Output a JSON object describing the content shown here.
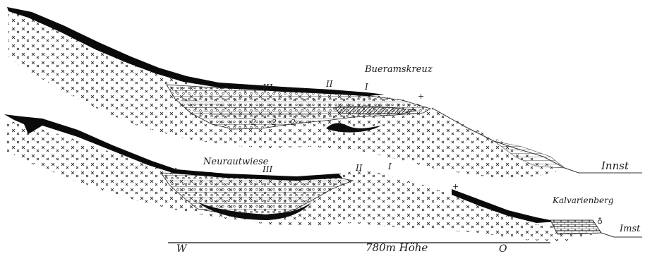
{
  "figure": {
    "upper_section": {
      "place_label": "Bueramskreuz",
      "terrace_labels": [
        "III",
        "II",
        "I"
      ],
      "river_label": "Innst"
    },
    "lower_section": {
      "place_label": "Neurautwiese",
      "terrace_labels": [
        "III",
        "II",
        "I"
      ],
      "hill_label": "Kalvarienberg",
      "river_label": "Imst"
    },
    "baseline": {
      "west_label": "W",
      "elevation_label": "780m Höhe",
      "east_label": "O"
    }
  }
}
